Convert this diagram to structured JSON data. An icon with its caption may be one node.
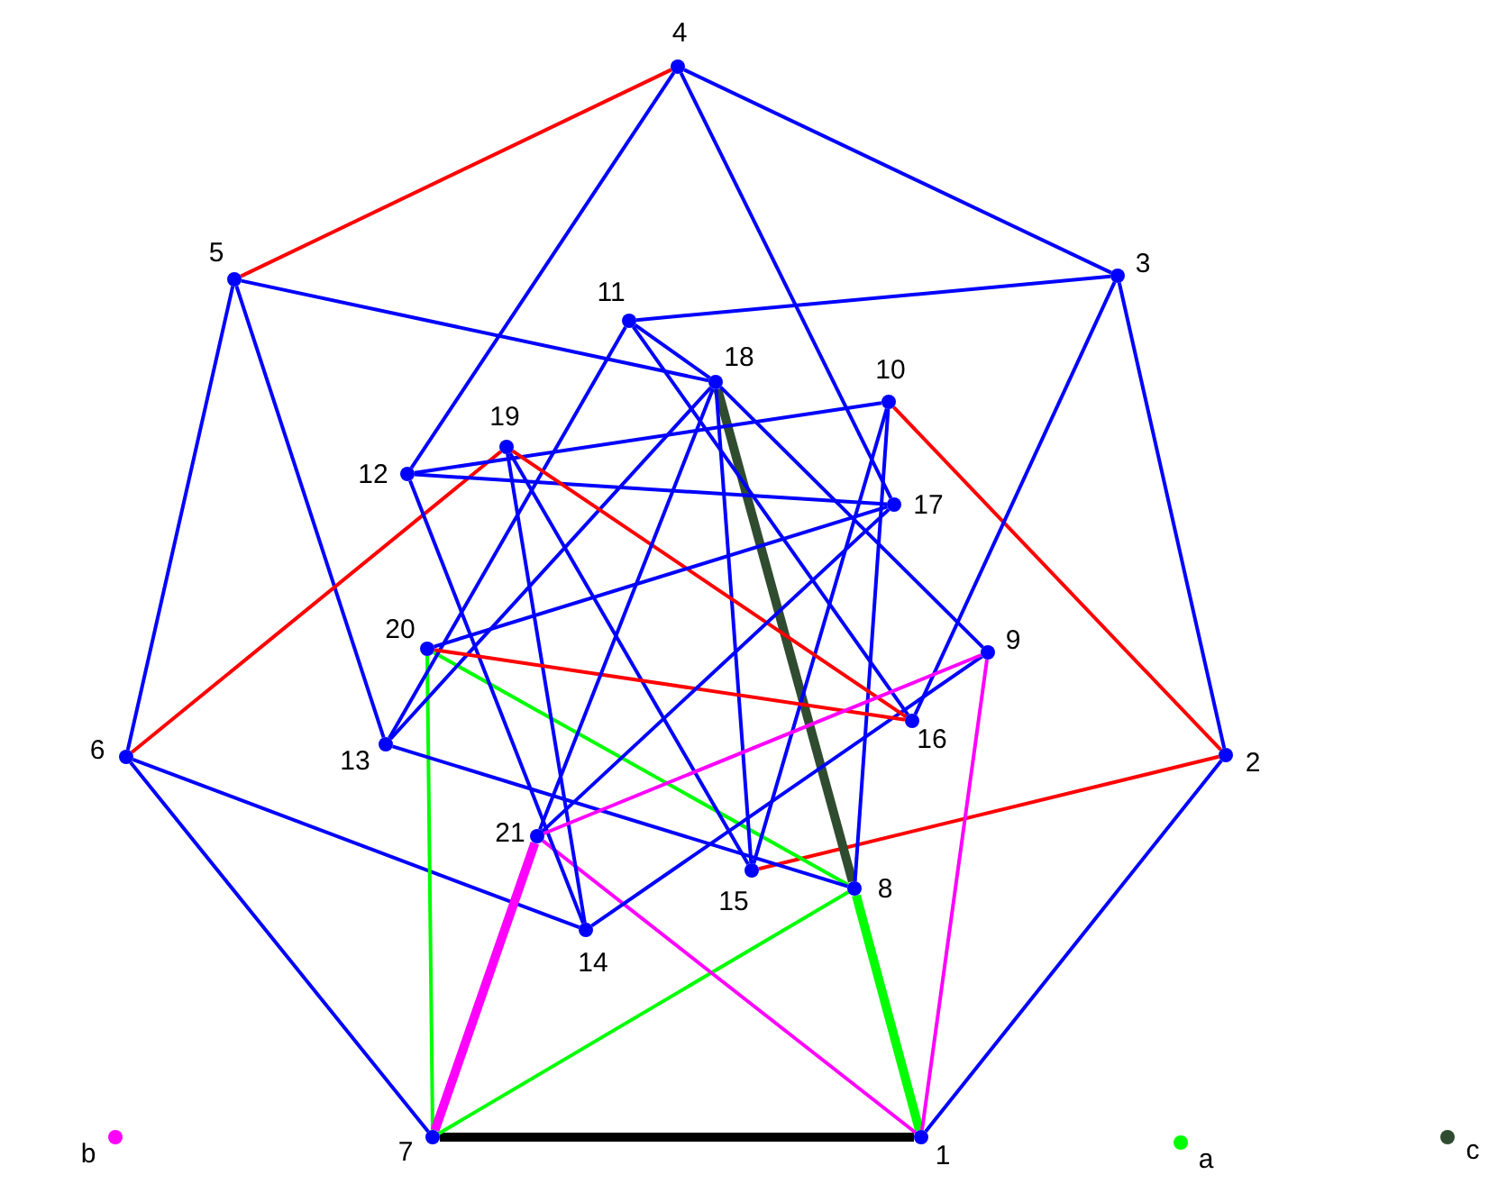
{
  "diagram": {
    "nodes": [
      {
        "text": [],
        "shape": "circle",
        "beside": [
          "1"
        ]
      },
      {
        "text": [],
        "shape": "circle",
        "beside": [
          "2"
        ]
      },
      {
        "text": [],
        "shape": "circle",
        "beside": [
          "3"
        ]
      },
      {
        "text": [],
        "shape": "circle",
        "beside": [
          "4"
        ]
      },
      {
        "text": [],
        "shape": "circle",
        "beside": [
          "5"
        ]
      },
      {
        "text": [],
        "shape": "circle",
        "beside": [
          "6"
        ]
      },
      {
        "text": [],
        "shape": "circle",
        "beside": [
          "7"
        ]
      },
      {
        "text": [],
        "shape": "circle",
        "beside": [
          "8"
        ]
      },
      {
        "text": [],
        "shape": "circle",
        "beside": [
          "9"
        ]
      },
      {
        "text": [],
        "shape": "circle",
        "beside": [
          "10"
        ]
      },
      {
        "text": [],
        "shape": "circle",
        "beside": [
          "11"
        ]
      },
      {
        "text": [],
        "shape": "circle",
        "beside": [
          "12"
        ]
      },
      {
        "text": [],
        "shape": "circle",
        "beside": [
          "13"
        ]
      },
      {
        "text": [],
        "shape": "circle",
        "beside": [
          "14"
        ]
      },
      {
        "text": [],
        "shape": "circle",
        "beside": [
          "15"
        ]
      },
      {
        "text": [],
        "shape": "circle",
        "beside": [
          "16"
        ]
      },
      {
        "text": [],
        "shape": "circle",
        "beside": [
          "17"
        ]
      },
      {
        "text": [],
        "shape": "circle",
        "beside": [
          "18"
        ]
      },
      {
        "text": [],
        "shape": "circle",
        "beside": [
          "19"
        ]
      },
      {
        "text": [],
        "shape": "circle",
        "beside": [
          "20"
        ]
      },
      {
        "text": [],
        "shape": "circle",
        "beside": [
          "21"
        ]
      }
    ],
    "edges": [
      {
        "from": 0,
        "to": 1,
        "arrow": "none"
      },
      {
        "from": 1,
        "to": 2,
        "arrow": "none"
      },
      {
        "from": 2,
        "to": 3,
        "arrow": "none"
      },
      {
        "from": 3,
        "to": 4,
        "arrow": "none",
        "color": "#ff0000"
      },
      {
        "from": 4,
        "to": 5,
        "arrow": "none"
      },
      {
        "from": 5,
        "to": 6,
        "arrow": "none"
      },
      {
        "from": 6,
        "to": 0,
        "arrow": "none",
        "style": "thick",
        "color": "#000000"
      },
      {
        "from": 1,
        "to": 9,
        "arrow": "none",
        "color": "#ff0000"
      },
      {
        "from": 1,
        "to": 14,
        "arrow": "none",
        "color": "#ff0000"
      },
      {
        "from": 2,
        "to": 10,
        "arrow": "none"
      },
      {
        "from": 2,
        "to": 15,
        "arrow": "none"
      },
      {
        "from": 3,
        "to": 11,
        "arrow": "none"
      },
      {
        "from": 3,
        "to": 16,
        "arrow": "none"
      },
      {
        "from": 4,
        "to": 12,
        "arrow": "none"
      },
      {
        "from": 4,
        "to": 17,
        "arrow": "none"
      },
      {
        "from": 5,
        "to": 13,
        "arrow": "none"
      },
      {
        "from": 5,
        "to": 18,
        "arrow": "none",
        "color": "#ff0000"
      },
      {
        "from": 6,
        "to": 19,
        "arrow": "none",
        "color": "#00ff00"
      },
      {
        "from": 6,
        "to": 20,
        "arrow": "none",
        "style": "thick",
        "color": "#ff00ff"
      },
      {
        "from": 6,
        "to": 7,
        "arrow": "none",
        "color": "#00ff00"
      },
      {
        "from": 0,
        "to": 7,
        "arrow": "none",
        "style": "thick",
        "color": "#00ff00"
      },
      {
        "from": 0,
        "to": 8,
        "arrow": "none",
        "color": "#ff00ff"
      },
      {
        "from": 0,
        "to": 20,
        "arrow": "none",
        "color": "#ff00ff"
      },
      {
        "from": 7,
        "to": 17,
        "arrow": "none",
        "style": "thick",
        "color": "#304c30"
      },
      {
        "from": 7,
        "to": 19,
        "arrow": "none",
        "color": "#00ff00"
      },
      {
        "from": 7,
        "to": 12,
        "arrow": "none"
      },
      {
        "from": 7,
        "to": 9,
        "arrow": "none"
      },
      {
        "from": 9,
        "to": 11,
        "arrow": "none"
      },
      {
        "from": 9,
        "to": 14,
        "arrow": "none"
      },
      {
        "from": 10,
        "to": 12,
        "arrow": "none"
      },
      {
        "from": 10,
        "to": 17,
        "arrow": "none"
      },
      {
        "from": 10,
        "to": 15,
        "arrow": "none"
      },
      {
        "from": 11,
        "to": 16,
        "arrow": "none"
      },
      {
        "from": 11,
        "to": 13,
        "arrow": "none"
      },
      {
        "from": 12,
        "to": 17,
        "arrow": "none"
      },
      {
        "from": 13,
        "to": 18,
        "arrow": "none"
      },
      {
        "from": 13,
        "to": 8,
        "arrow": "none"
      },
      {
        "from": 14,
        "to": 17,
        "arrow": "none"
      },
      {
        "from": 14,
        "to": 18,
        "arrow": "none"
      },
      {
        "from": 15,
        "to": 18,
        "arrow": "none",
        "color": "#ff0000"
      },
      {
        "from": 15,
        "to": 19,
        "arrow": "none",
        "color": "#ff0000"
      },
      {
        "from": 16,
        "to": 19,
        "arrow": "none"
      },
      {
        "from": 16,
        "to": 20,
        "arrow": "none"
      },
      {
        "from": 17,
        "to": 20,
        "arrow": "none"
      },
      {
        "from": 17,
        "to": 8,
        "arrow": "none"
      },
      {
        "from": 8,
        "to": 20,
        "arrow": "none",
        "color": "#ff00ff"
      }
    ],
    "legend": [
      {
        "text": "b",
        "color": "#ff00ff"
      },
      {
        "text": "a",
        "color": "#00ff00"
      },
      {
        "text": "c",
        "color": "#304c30"
      }
    ]
  }
}
